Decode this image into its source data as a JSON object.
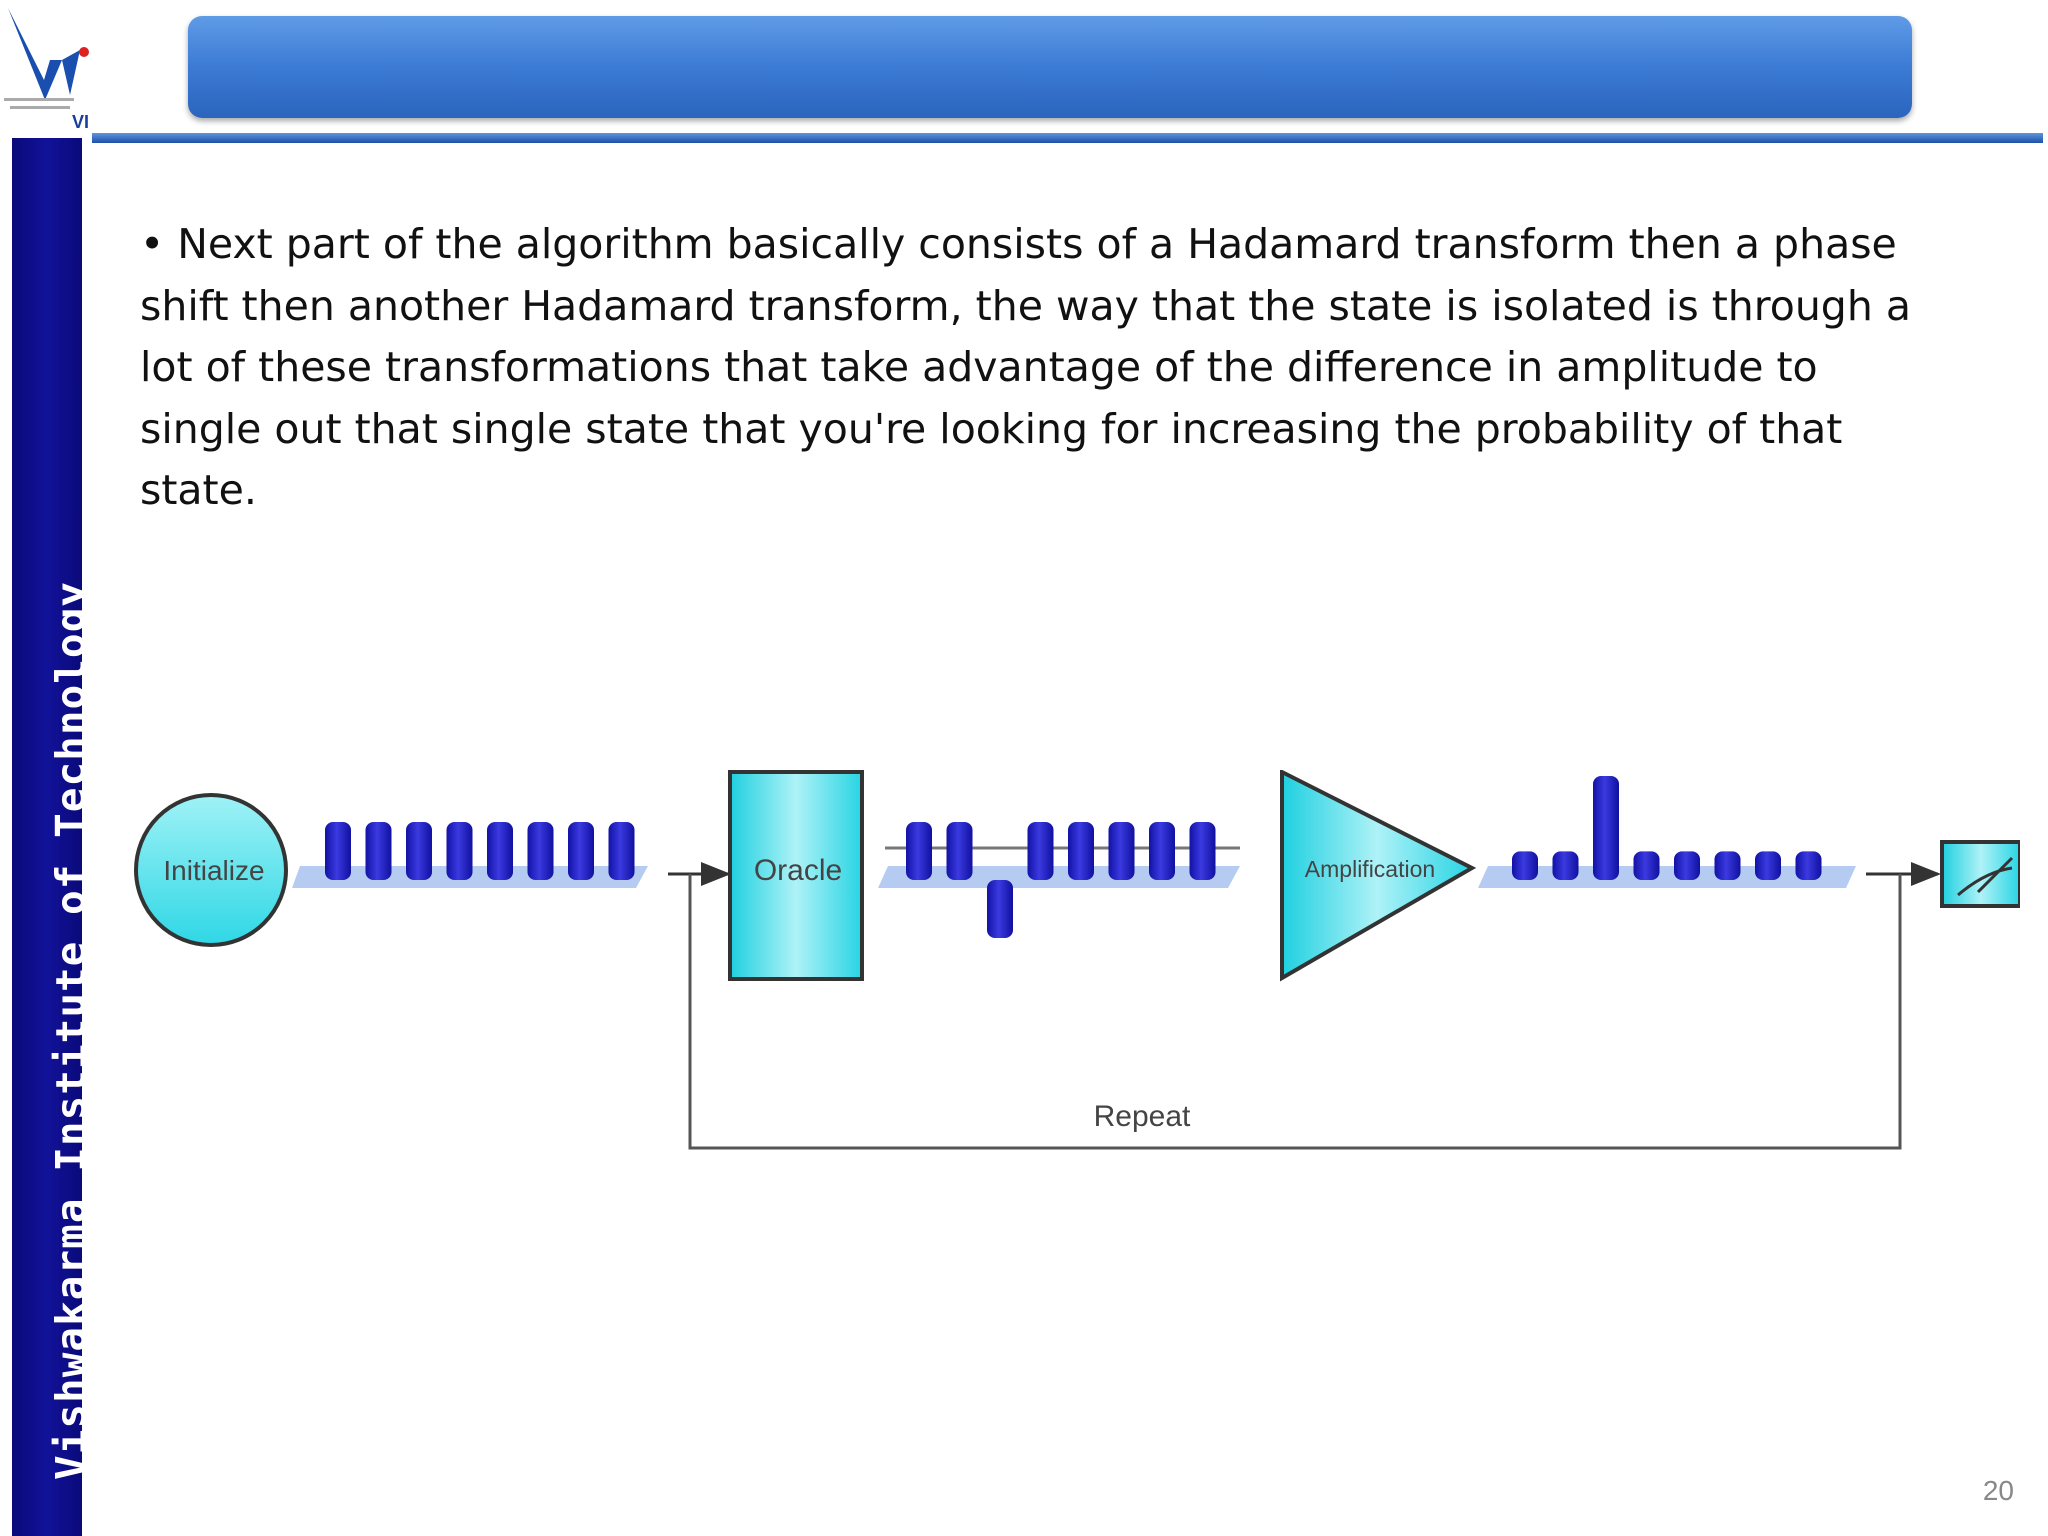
{
  "slide": {
    "title": "",
    "side_banner": "Vishwakarma  Institute  of  Technology",
    "logo_text": "VI",
    "bullet": "• Next part of the algorithm basically consists of a Hadamard transform then a phase shift then another Hadamard transform, the way that the state is isolated is through a lot of these transformations that take advantage of the difference in amplitude to single out that single state that you're looking for increasing the probability of that state.",
    "page_number": "20"
  },
  "diagram": {
    "initialize_label": "Initialize",
    "oracle_label": "Oracle",
    "amplification_label": "Amplification",
    "repeat_label": "Repeat",
    "measure_icon": "meter-icon",
    "initial_amplitudes": [
      1,
      1,
      1,
      1,
      1,
      1,
      1,
      1
    ],
    "after_oracle_amplitudes": [
      1,
      1,
      -1,
      1,
      1,
      1,
      1,
      1
    ],
    "after_amplification_amplitudes": [
      0.55,
      0.55,
      2.0,
      0.55,
      0.55,
      0.55,
      0.55,
      0.55
    ],
    "colors": {
      "bar": "#1f1fbf",
      "box": "#2ed6e6",
      "shadow": "#a8c2ee"
    }
  }
}
